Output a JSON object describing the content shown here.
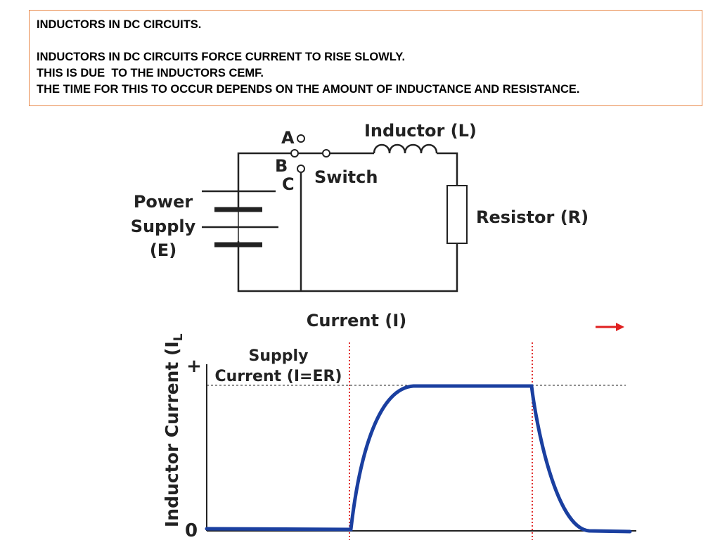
{
  "textbox": {
    "heading": "INDUCTORS IN DC CIRCUITS.",
    "lines": [
      "INDUCTORS IN DC CIRCUITS FORCE CURRENT TO RISE SLOWLY.",
      "THIS IS DUE  TO THE INDUCTORS CEMF.",
      "THE TIME FOR THIS TO OCCUR DEPENDS ON THE AMOUNT OF INDUCTANCE AND RESISTANCE."
    ]
  },
  "circuit": {
    "terminal_a": "A",
    "terminal_b": "B",
    "terminal_c": "C",
    "switch_label": "Switch",
    "inductor_label": "Inductor (L)",
    "resistor_label": "Resistor (R)",
    "supply_line1": "Power",
    "supply_line2": "Supply",
    "supply_line3": "(E)"
  },
  "graph": {
    "title": "Current (I)",
    "ylabel": "Inductor Current (I",
    "ylabel_sub": "L",
    "y_plus": "+",
    "y_zero": "0",
    "supply_line1": "Supply",
    "supply_line2": "Current (I=ER)",
    "colors": {
      "curve": "#1a3fa0",
      "markers": "#e03030",
      "arrow": "#e02020"
    }
  }
}
